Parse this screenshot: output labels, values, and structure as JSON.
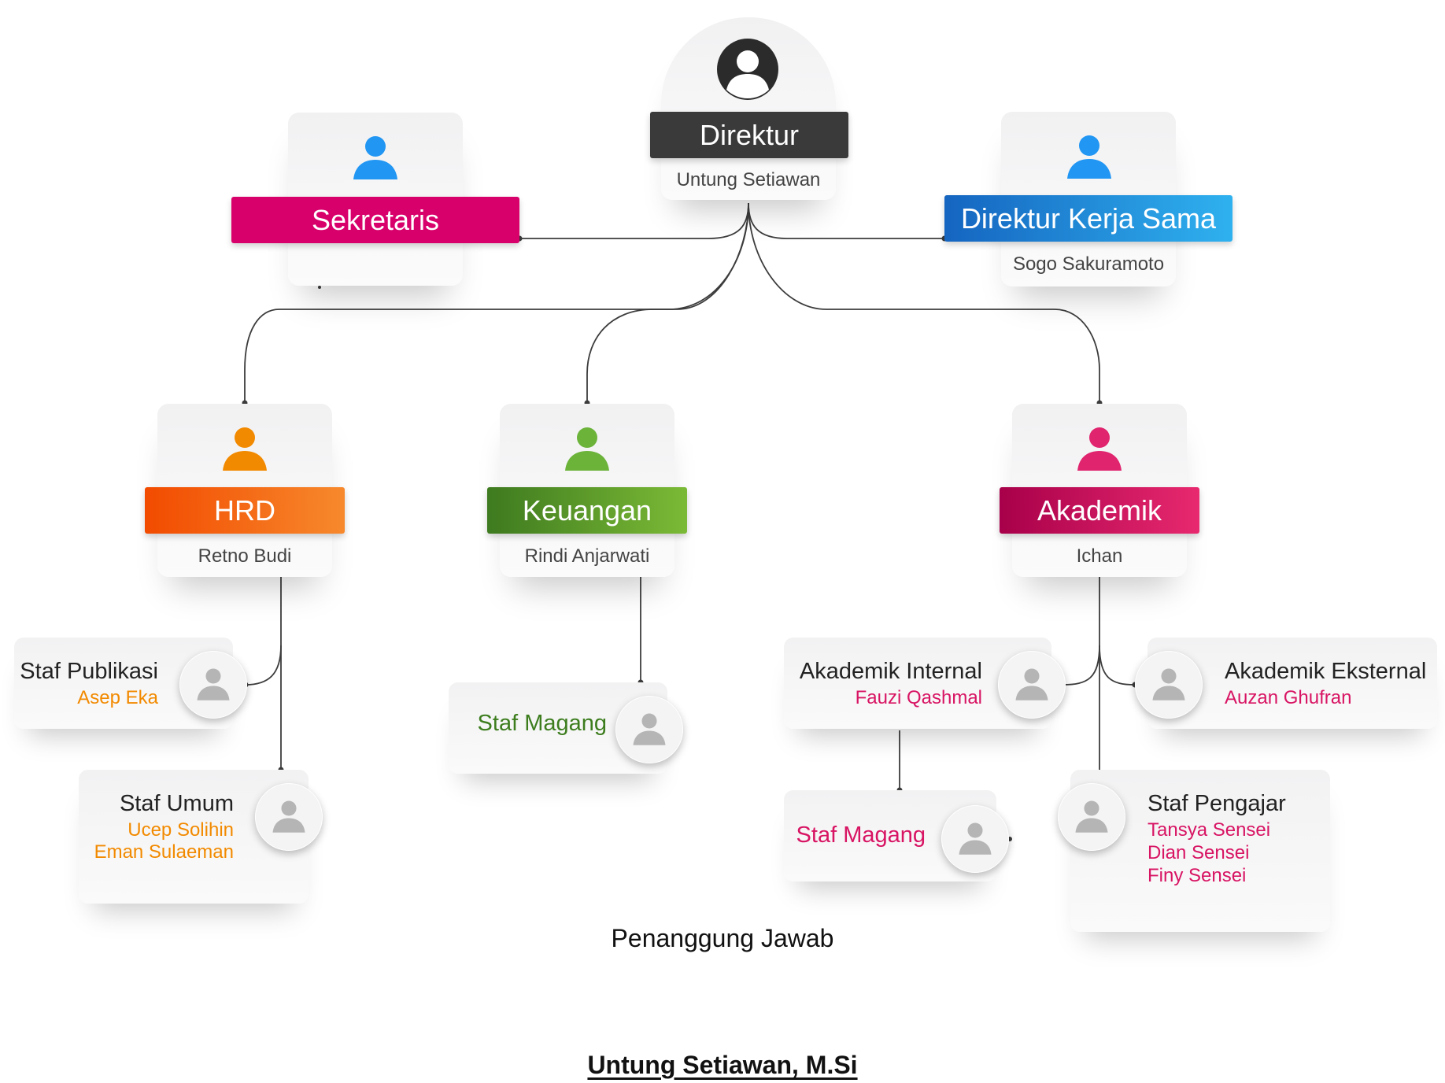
{
  "colors": {
    "director_banner": "#3a3a3a",
    "secretary": "#d8006b",
    "cooperation_from": "#1565c0",
    "cooperation_to": "#2fb1ef",
    "hrd_from": "#f24b00",
    "hrd_to": "#f7892c",
    "finance_from": "#3e7a1f",
    "finance_to": "#7bba36",
    "academic_from": "#a8004a",
    "academic_to": "#e8296f",
    "staff_orange": "#f28a00",
    "staff_pink": "#d81463",
    "staff_green": "#3d7d1e",
    "line": "#3c3c3c"
  },
  "director": {
    "role": "Direktur",
    "name": "Untung Setiawan",
    "icon": "user-circle-icon"
  },
  "secretary": {
    "role": "Sekretaris",
    "icon": "user-icon"
  },
  "cooperation": {
    "role": "Direktur Kerja Sama",
    "name": "Sogo Sakuramoto",
    "icon": "user-icon"
  },
  "hrd": {
    "role": "HRD",
    "name": "Retno Budi",
    "icon": "user-icon"
  },
  "finance": {
    "role": "Keuangan",
    "name": "Rindi Anjarwati",
    "icon": "user-icon"
  },
  "academic": {
    "role": "Akademik",
    "name": "Ichan",
    "icon": "user-icon"
  },
  "staff": {
    "publikasi": {
      "title": "Staf Publikasi",
      "names": [
        "Asep Eka"
      ]
    },
    "umum": {
      "title": "Staf Umum",
      "names": [
        "Ucep Solihin",
        "Eman Sulaeman"
      ]
    },
    "magang_keuangan": {
      "title": "Staf Magang"
    },
    "akademik_internal": {
      "title": "Akademik Internal",
      "names": [
        "Fauzi Qashmal"
      ]
    },
    "akademik_eksternal": {
      "title": "Akademik Eksternal",
      "names": [
        "Auzan Ghufran"
      ]
    },
    "magang_akademik": {
      "title": "Staf Magang"
    },
    "pengajar": {
      "title": "Staf Pengajar",
      "names": [
        "Tansya Sensei",
        "Dian Sensei",
        "Finy Sensei"
      ]
    }
  },
  "footer": {
    "label": "Penanggung Jawab",
    "signatory": "Untung Setiawan, M.Si"
  }
}
